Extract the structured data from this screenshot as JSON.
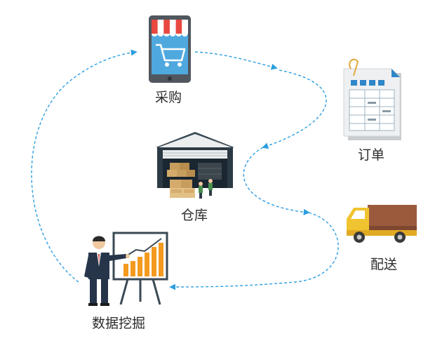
{
  "nodes": [
    {
      "id": "purchase",
      "label": "采购",
      "icon": "shopping-phone-icon"
    },
    {
      "id": "order",
      "label": "订单",
      "icon": "order-form-icon"
    },
    {
      "id": "warehouse",
      "label": "仓库",
      "icon": "warehouse-icon"
    },
    {
      "id": "delivery",
      "label": "配送",
      "icon": "delivery-truck-icon"
    },
    {
      "id": "data_mining",
      "label": "数据挖掘",
      "icon": "presenter-chart-icon"
    }
  ],
  "flow": [
    "purchase",
    "order",
    "warehouse",
    "delivery",
    "data_mining",
    "purchase"
  ],
  "colors": {
    "arrow": "#2c9ee0",
    "phone_body": "#50575e",
    "phone_screen": "#4fa9df",
    "awning_red": "#e8483f",
    "doc_blue": "#2f86c9",
    "warehouse_roof": "#3a4954",
    "truck_yellow": "#f0c330",
    "truck_cargo": "#9b5a3c",
    "chart_orange": "#f39a1f",
    "suit": "#27354a",
    "text": "#2b2b2b"
  }
}
